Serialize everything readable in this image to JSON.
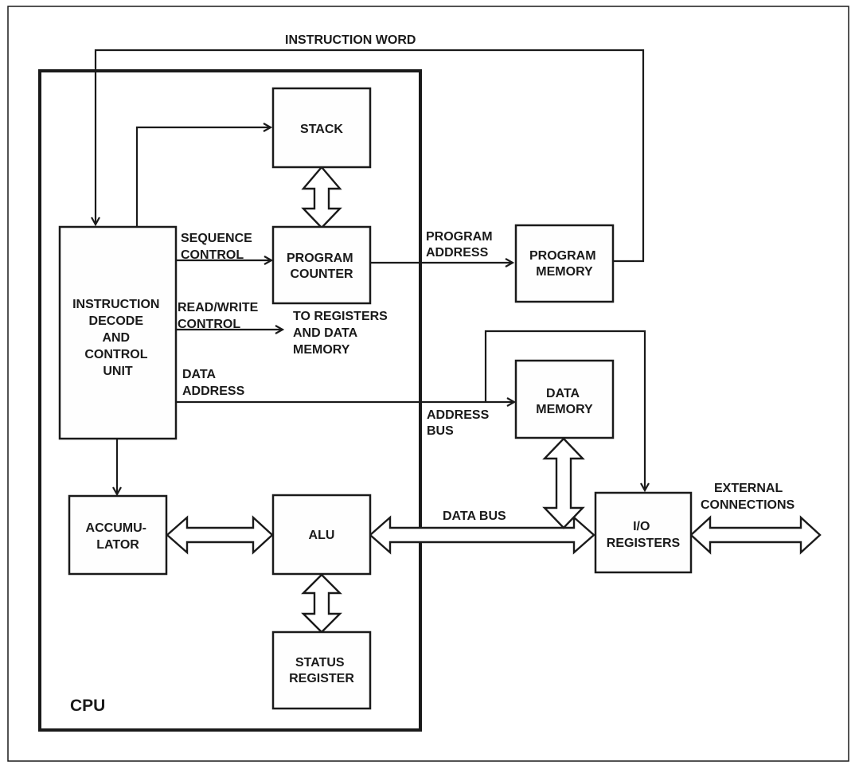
{
  "labels": {
    "instruction_word": "INSTRUCTION WORD",
    "stack": "STACK",
    "sequence_control": [
      "SEQUENCE",
      "CONTROL"
    ],
    "program_counter": [
      "PROGRAM",
      "COUNTER"
    ],
    "program_address": [
      "PROGRAM",
      "ADDRESS"
    ],
    "program_memory": [
      "PROGRAM",
      "MEMORY"
    ],
    "instruction_decode": [
      "INSTRUCTION",
      "DECODE",
      "AND",
      "CONTROL",
      "UNIT"
    ],
    "read_write_control": [
      "READ/WRITE",
      "CONTROL"
    ],
    "to_registers": [
      "TO REGISTERS",
      "AND DATA",
      "MEMORY"
    ],
    "data_address": [
      "DATA",
      "ADDRESS"
    ],
    "data_memory": [
      "DATA",
      "MEMORY"
    ],
    "address_bus": [
      "ADDRESS",
      "BUS"
    ],
    "accumulator": [
      "ACCUMU-",
      "LATOR"
    ],
    "alu": "ALU",
    "data_bus": "DATA BUS",
    "io_registers": [
      "I/O",
      "REGISTERS"
    ],
    "external_connections": [
      "EXTERNAL",
      "CONNECTIONS"
    ],
    "status_register": [
      "STATUS",
      "REGISTER"
    ],
    "cpu": "CPU"
  }
}
